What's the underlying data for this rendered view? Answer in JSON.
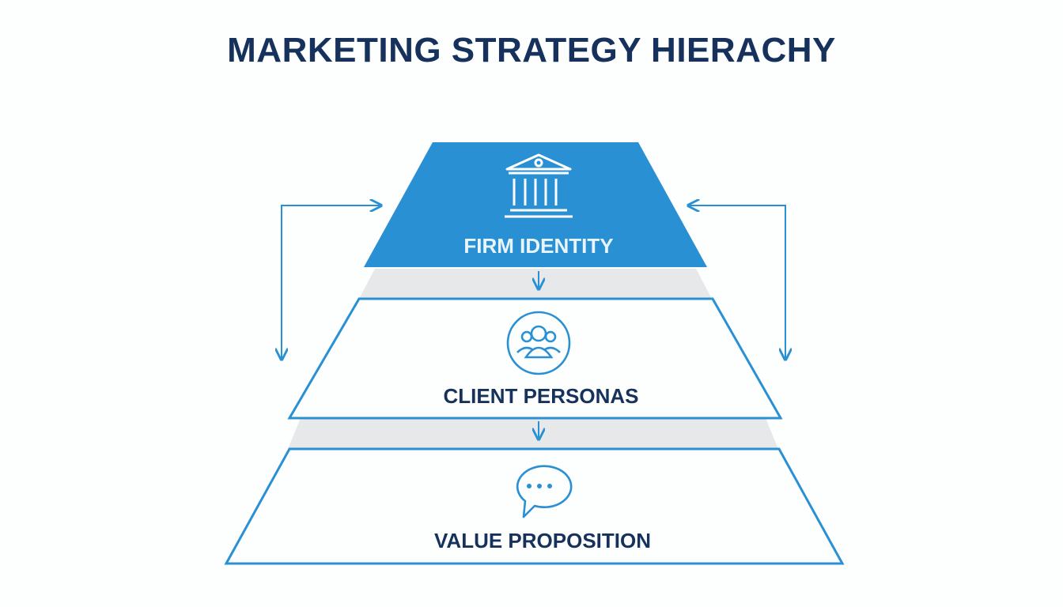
{
  "title": "MARKETING STRATEGY HIERACHY",
  "tiers": [
    {
      "label": "FIRM IDENTITY",
      "icon": "bank-building-icon"
    },
    {
      "label": "CLIENT PERSONAS",
      "icon": "people-group-icon"
    },
    {
      "label": "VALUE PROPOSITION",
      "icon": "speech-bubble-icon"
    }
  ],
  "colors": {
    "title": "#16325c",
    "accent": "#2a90d4",
    "tier_text_dark": "#16325c",
    "tier_text_light": "#e9f4fc",
    "connector_band": "#e6e8ea",
    "background": "#fdfefe"
  }
}
